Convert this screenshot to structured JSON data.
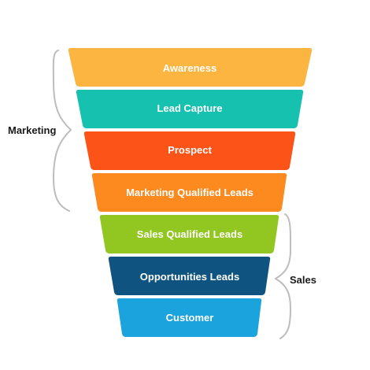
{
  "stages": [
    {
      "label": "Awareness",
      "color": "#FBB540"
    },
    {
      "label": "Lead Capture",
      "color": "#17C1B0"
    },
    {
      "label": "Prospect",
      "color": "#FB5318"
    },
    {
      "label": "Marketing Qualified Leads",
      "color": "#FC8A1F"
    },
    {
      "label": "Sales Qualified Leads",
      "color": "#92C620"
    },
    {
      "label": "Opportunities Leads",
      "color": "#0F5380"
    },
    {
      "label": "Customer",
      "color": "#1BA3DE"
    }
  ],
  "groups": {
    "marketing": {
      "label": "Marketing"
    },
    "sales": {
      "label": "Sales"
    }
  },
  "brace_color": "#BDBDBD"
}
